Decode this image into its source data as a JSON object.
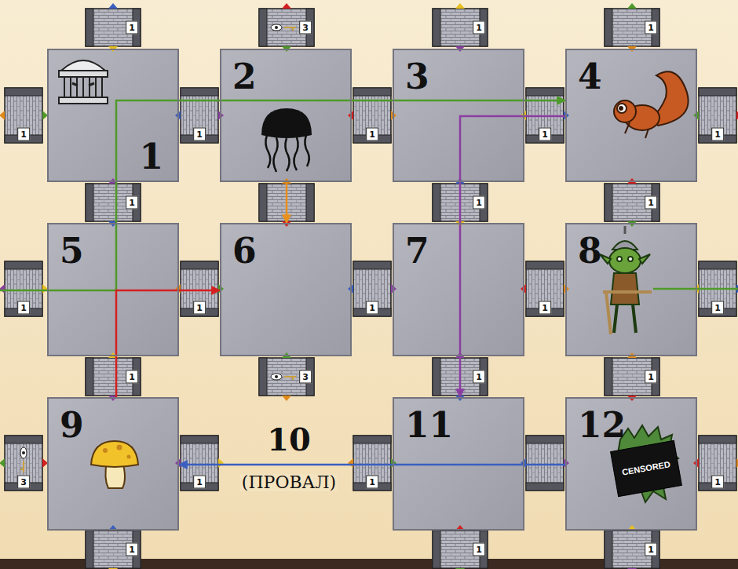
{
  "diagram": {
    "nodes": [
      {
        "text": [
          "1"
        ]
      },
      {
        "text": [
          "2"
        ]
      },
      {
        "text": [
          "3"
        ]
      },
      {
        "text": [
          "4"
        ]
      },
      {
        "text": [
          "5"
        ]
      },
      {
        "text": [
          "6"
        ]
      },
      {
        "text": [
          "7"
        ]
      },
      {
        "text": [
          "8"
        ]
      },
      {
        "text": [
          "9"
        ]
      },
      {
        "text": [
          "11"
        ]
      },
      {
        "text": [
          "12"
        ]
      }
    ],
    "edges": [
      {
        "from": 4,
        "to": 3,
        "arrow": "to"
      },
      {
        "from": 8,
        "to": 5,
        "arrow": "to"
      },
      {
        "from": 1,
        "to": 5,
        "arrow": "to"
      },
      {
        "from": 3,
        "to": 9,
        "arrow": "to"
      },
      {
        "from": 10,
        "to": 8,
        "arrow": "to"
      }
    ],
    "labels": [
      "10",
      "(ПРОВАЛ)",
      "CENSORED",
      "1",
      "3",
      "1",
      "1",
      "1",
      "1",
      "1",
      "1",
      "3",
      "1",
      "1",
      "1",
      "1",
      "1",
      "1",
      "1",
      "1",
      "1",
      "1",
      "1",
      "1",
      "1",
      "1",
      "1",
      "3",
      "1",
      "1",
      "1"
    ]
  }
}
